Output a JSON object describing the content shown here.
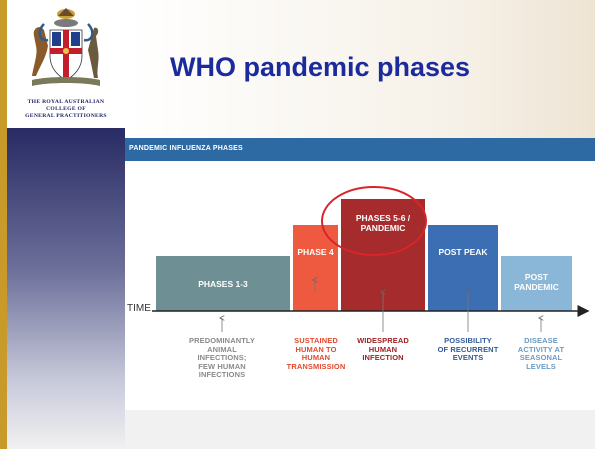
{
  "slide": {
    "title": "WHO pandemic phases",
    "logo": {
      "line1": "THE ROYAL AUSTRALIAN",
      "line2": "COLLEGE OF",
      "line3": "GENERAL PRACTITIONERS"
    }
  },
  "chart_data": {
    "type": "diagram",
    "title": "PANDEMIC INFLUENZA PHASES",
    "axis_label": "TIME",
    "phases": [
      {
        "label": "PHASES 1-3",
        "color": "#6e8f94",
        "description": "PREDOMINANTLY\nANIMAL\nINFECTIONS;\nFEW HUMAN\nINFECTIONS",
        "desc_color": "#8a8a8a"
      },
      {
        "label": "PHASE 4",
        "color": "#ee5a3f",
        "description": "SUSTAINED\nHUMAN TO\nHUMAN\nTRANSMISSION",
        "desc_color": "#e04a2e"
      },
      {
        "label": "PHASES 5-6 /\nPANDEMIC",
        "color": "#a62b2c",
        "description": "WIDESPREAD\nHUMAN\nINFECTION",
        "desc_color": "#9d1f22",
        "highlighted": true
      },
      {
        "label": "POST PEAK",
        "color": "#3b6eb3",
        "description": "POSSIBILITY\nOF RECURRENT\nEVENTS",
        "desc_color": "#2f5c99"
      },
      {
        "label": "POST\nPANDEMIC",
        "color": "#8ab6d8",
        "description": "DISEASE\nACTIVITY AT\nSEASONAL\nLEVELS",
        "desc_color": "#6a9bc4"
      }
    ]
  }
}
